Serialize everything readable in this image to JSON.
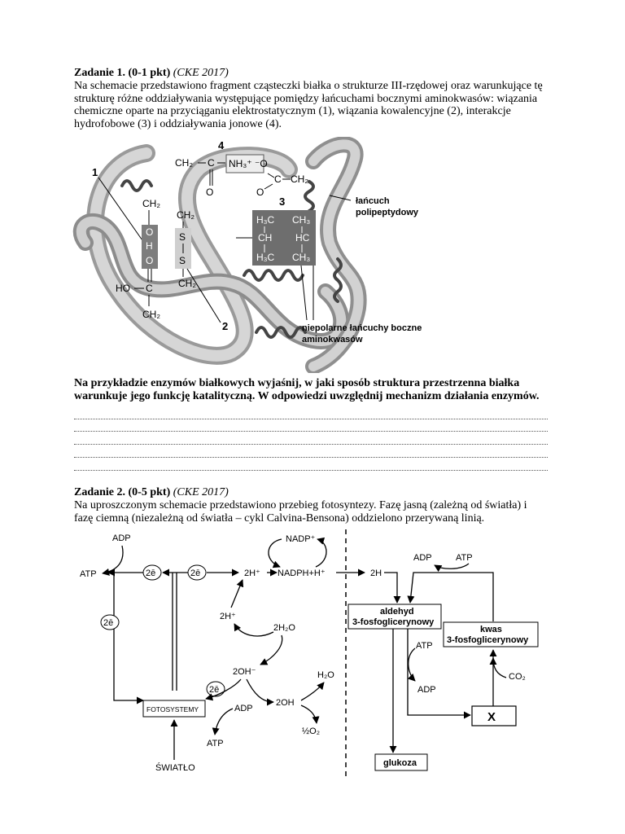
{
  "task1": {
    "title": "Zadanie 1. (0-1 pkt)",
    "source": "(CKE 2017)",
    "intro_lines": [
      "Na schemacie przedstawiono fragment cząsteczki białka o strukturze III-rzędowej oraz warunkujące tę",
      "strukturę różne oddziaływania występujące pomiędzy łańcuchami bocznymi aminokwasów: wiązania",
      "chemiczne oparte na przyciąganiu elektrostatycznym (1), wiązania kowalencyjne (2), interakcje",
      "hydrofobowe (3) i oddziaływania jonowe (4)."
    ],
    "figure": {
      "num_1": "1",
      "num_2": "2",
      "num_3": "3",
      "num_4": "4",
      "ch2_top": "CH₂",
      "c_top": "C",
      "nh3": "NH₃⁺",
      "o_minus": "⁻O",
      "c_right": "C",
      "ch2_right": "CH₂",
      "o_lower": "O",
      "o_upper_left": "O",
      "ch2_left": "CH₂",
      "h_oh": "O",
      "h_h": "H",
      "h_o": "O",
      "c_left": "C",
      "ho_left": "HO",
      "ch2_left_bottom": "CH₂",
      "ch2_s": "CH₂",
      "s1": "S",
      "s2": "S",
      "ch2_s_bottom": "CH₂",
      "h3c_1": "H₃C",
      "ch3_1": "CH₃",
      "ch_left": "CH",
      "hc_right": "HC",
      "h3c_2": "H₃C",
      "ch3_2": "CH₃",
      "label_chain_1": "łańcuch",
      "label_chain_2": "polipeptydowy",
      "label_nonpolar_1": "niepolarne łańcuchy boczne",
      "label_nonpolar_2": "aminokwasów"
    },
    "question_lines": [
      "Na przykładzie enzymów białkowych wyjaśnij, w jaki sposób struktura przestrzenna białka",
      "warunkuje jego funkcję katalityczną. W odpowiedzi uwzględnij mechanizm działania enzymów."
    ],
    "answer_lines": 5
  },
  "task2": {
    "title": "Zadanie 2. (0-5 pkt)",
    "source": "(CKE 2017)",
    "intro_lines": [
      "Na uproszczonym schemacie przedstawiono przebieg fotosyntezy. Fazę jasną (zależną od światła) i",
      "fazę ciemną (niezależną od światła – cykl Calvina-Bensona) oddzielono przerywaną linią."
    ],
    "diagram": {
      "adp_top": "ADP",
      "atp_left": "ATP",
      "e2_a": "2ē",
      "e2_b": "2ē",
      "e2_c": "2ē",
      "e2_d": "2ē",
      "h2_plus": "2H⁺",
      "nadph": "NADPH+H⁺",
      "nadp": "NADP⁺",
      "h2_left": "2H⁺",
      "h2o_mid": "2H₂O",
      "oh_minus": "2OH⁻",
      "oh": "2OH",
      "h2o_right": "H₂O",
      "half_o2": "½O₂",
      "adp_mid": "ADP",
      "atp_bottom": "ATP",
      "photosystems": "FOTOSYSTEMY",
      "light": "ŚWIATŁO",
      "two_h": "2H",
      "adp_right": "ADP",
      "atp_right": "ATP",
      "aldehyd_1": "aldehyd",
      "aldehyd_2": "3-fosfoglicerynowy",
      "kwas_1": "kwas",
      "kwas_2": "3-fosfoglicerynowy",
      "atp_dark": "ATP",
      "adp_dark": "ADP",
      "co2": "CO₂",
      "x_box": "X",
      "glucose": "glukoza"
    }
  }
}
